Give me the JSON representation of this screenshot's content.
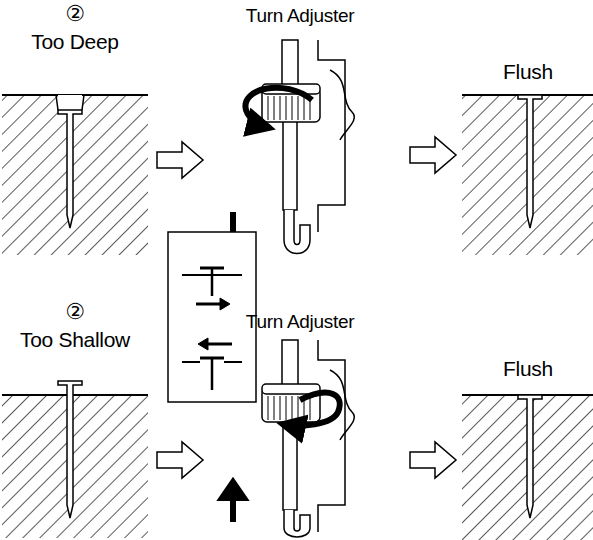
{
  "diagram": {
    "labels": [
      "②",
      "Too Deep",
      "Turn Adjuster",
      "Flush",
      "②",
      "Too Shallow",
      "Turn Adjuster",
      "Flush"
    ]
  }
}
